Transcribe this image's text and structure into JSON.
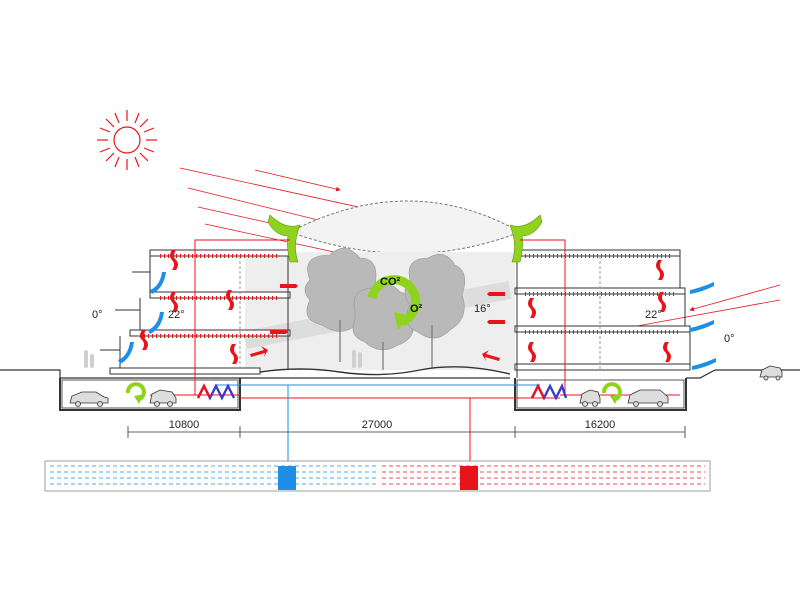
{
  "dimensions": {
    "left_span": "10800",
    "center_span": "27000",
    "right_span": "16200"
  },
  "temperatures": {
    "outside_left": "0°",
    "inside_left": "22°",
    "atrium": "16°",
    "inside_right": "22°",
    "outside_right": "0°"
  },
  "gases": {
    "co2": "CO²",
    "o2": "O²"
  },
  "colors": {
    "hot": "#e8141b",
    "cold": "#1e8fe6",
    "green": "#8fd31e",
    "line": "#333333",
    "tree": "#b9b9b9"
  },
  "icons": {
    "sun": "sun-icon",
    "car": "car-icon",
    "heat_exchanger": "zigzag-heat-exchanger-icon",
    "recycle": "circular-arrow-icon",
    "tank_cold": "cold-water-tank-icon",
    "tank_hot": "hot-water-tank-icon"
  }
}
